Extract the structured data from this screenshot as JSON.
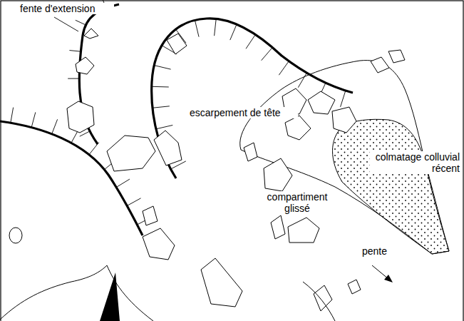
{
  "diagram": {
    "labels": [
      "fente d'extension",
      "escarpement de tête",
      "colmatage colluvial récent",
      "compartiment glissé",
      "pente"
    ]
  }
}
